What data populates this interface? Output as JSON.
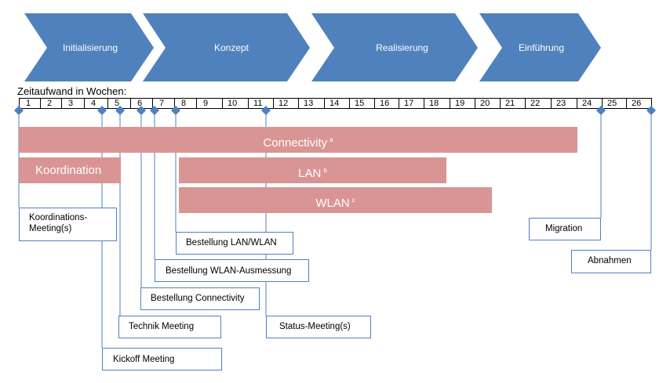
{
  "phases": [
    {
      "label": "Initialisierung"
    },
    {
      "label": "Konzept"
    },
    {
      "label": "Realisierung"
    },
    {
      "label": "Einführung"
    }
  ],
  "timeline": {
    "title": "Zeitaufwand in Wochen:",
    "weeks": [
      "1",
      "2",
      "3",
      "4",
      "5",
      "6",
      "7",
      "8",
      "9",
      "10",
      "11",
      "12",
      "13",
      "14",
      "15",
      "16",
      "17",
      "18",
      "19",
      "20",
      "21",
      "22",
      "23",
      "24",
      "25",
      "26"
    ]
  },
  "bars": [
    {
      "label": "Connectivity",
      "footnote": "a"
    },
    {
      "label": "Koordination",
      "footnote": ""
    },
    {
      "label": "LAN",
      "footnote": "b"
    },
    {
      "label": "WLAN",
      "footnote": "c"
    }
  ],
  "callouts": [
    {
      "label": "Koordinations-\nMeeting(s)"
    },
    {
      "label": "Bestellung LAN/WLAN"
    },
    {
      "label": "Bestellung WLAN-Ausmessung"
    },
    {
      "label": "Bestellung Connectivity"
    },
    {
      "label": "Technik Meeting"
    },
    {
      "label": "Status-Meeting(s)"
    },
    {
      "label": "Kickoff Meeting"
    },
    {
      "label": "Migration"
    },
    {
      "label": "Abnahmen"
    }
  ],
  "colors": {
    "phase_fill": "#4f81bd",
    "bar_fill": "#d99594",
    "marker_fill": "#4f81bd",
    "connector": "#4f81bd"
  }
}
